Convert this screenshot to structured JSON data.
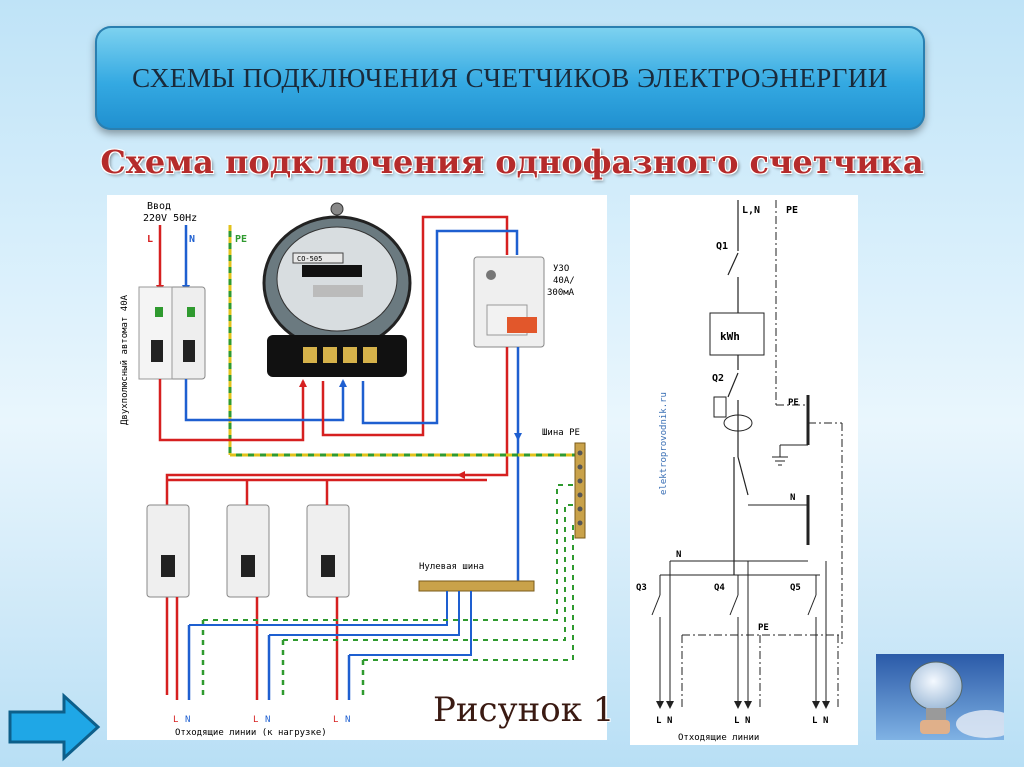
{
  "slide": {
    "title": "СХЕМЫ ПОДКЛЮЧЕНИЯ СЧЕТЧИКОВ ЭЛЕКТРОЭНЕРГИИ",
    "subtitle": "Схема подключения однофазного счетчика",
    "caption": "Рисунок 1"
  },
  "left_diagram": {
    "input_label": "Ввод",
    "input_spec": "220V 50Hz",
    "line_L": "L",
    "line_N": "N",
    "line_PE": "PE",
    "breaker_label": "Двухполюсный автомат 40А",
    "meter_model": "СО-505",
    "rcd_label_1": "УЗО",
    "rcd_label_2": "40А/",
    "rcd_label_3": "300мА",
    "pe_bus_label": "Шина PE",
    "neutral_bus_label": "Нулевая шина",
    "outputs_label": "Отходящие линии (к нагрузке)",
    "out_L": "L",
    "out_N": "N"
  },
  "right_diagram": {
    "top_label": "L,N",
    "top_pe": "PE",
    "q1": "Q1",
    "meter": "kWh",
    "q2": "Q2",
    "pe": "PE",
    "n": "N",
    "n2": "N",
    "q3": "Q3",
    "q4": "Q4",
    "q5": "Q5",
    "pe2": "PE",
    "watermark": "elektroprovodnik.ru",
    "out_L": "L",
    "out_N": "N",
    "outputs_label": "Отходящие линии"
  },
  "colors": {
    "phase": "#d62020",
    "neutral": "#1e5fd0",
    "pe_green": "#2f9a2f",
    "pe_yellow": "#e2c21b",
    "title_text": "#1a2a3a",
    "subtitle": "#b52b2b"
  },
  "icons": {
    "nav": "right-arrow-icon",
    "photo": "light-bulb-icon"
  }
}
